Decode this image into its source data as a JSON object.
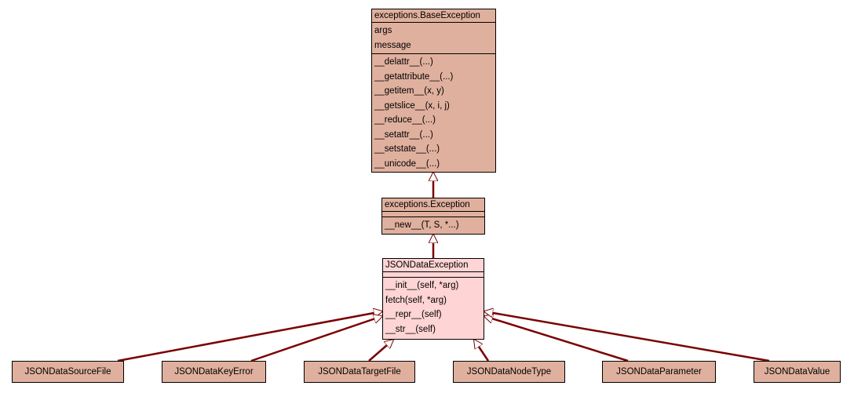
{
  "base_exception": {
    "title": "exceptions.BaseException",
    "attributes": [
      "args",
      "message"
    ],
    "methods": [
      "__delattr__(...)",
      "__getattribute__(...)",
      "__getitem__(x, y)",
      "__getslice__(x, i, j)",
      "__reduce__(...)",
      "__setattr__(...)",
      "__setstate__(...)",
      "__unicode__(...)"
    ]
  },
  "exception": {
    "title": "exceptions.Exception",
    "methods": [
      "__new__(T, S, *...)"
    ]
  },
  "json_data_exception": {
    "title": "JSONDataException",
    "methods": [
      "__init__(self, *arg)",
      "fetch(self, *arg)",
      "__repr__(self)",
      "__str__(self)"
    ]
  },
  "subclasses": [
    "JSONDataSourceFile",
    "JSONDataKeyError",
    "JSONDataTargetFile",
    "JSONDataNodeType",
    "JSONDataParameter",
    "JSONDataValue"
  ],
  "colors": {
    "class_fill": "#e0b09e",
    "current_fill": "#ffd4d4",
    "edge": "#7a0000"
  }
}
